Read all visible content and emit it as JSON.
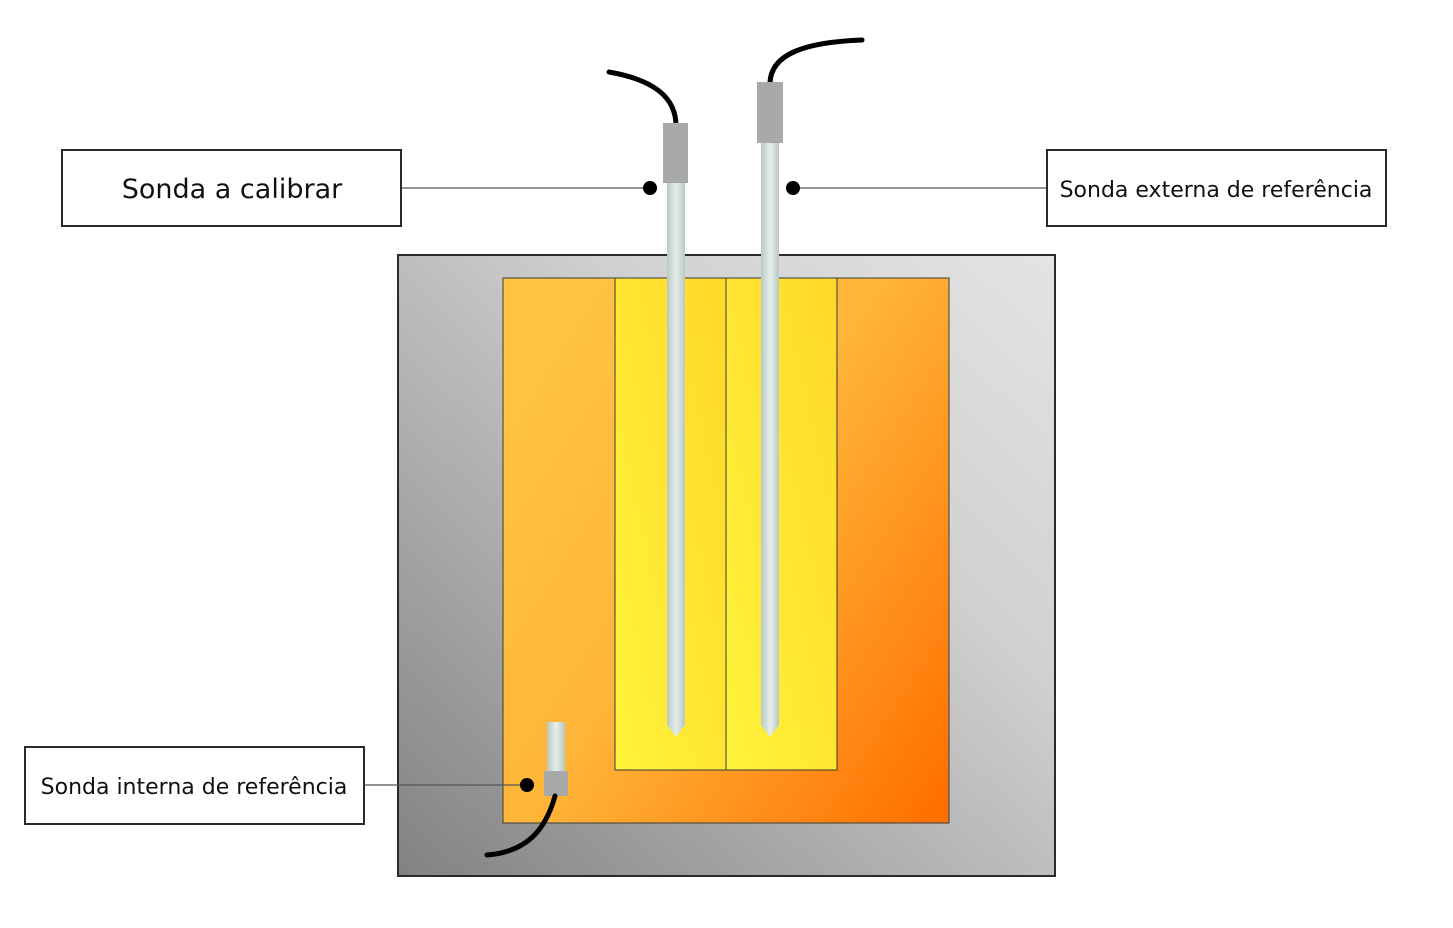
{
  "labels": {
    "probe_to_calibrate": "Sonda a calibrar",
    "external_reference_probe": "Sonda externa de referência",
    "internal_reference_probe": "Sonda interna de referência"
  },
  "colors": {
    "outer_block_light": "#e2e2e2",
    "outer_block_dark": "#858585",
    "heating_zone_light": "#ffc444",
    "heating_zone_dark": "#ff7000",
    "insert_light": "#fff33a",
    "insert_dark": "#ffd829",
    "probe_stem": "#cfdcd7",
    "probe_handle": "#a8aaa9",
    "cable": "#000000",
    "outline": "#2a2a2a"
  }
}
